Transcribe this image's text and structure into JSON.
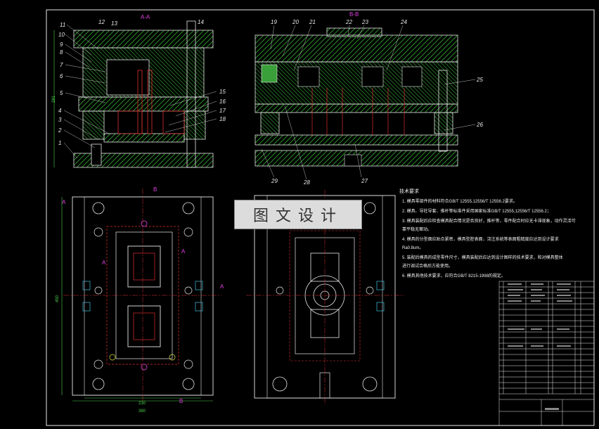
{
  "views": {
    "section_aa": "A-A",
    "section_bb": "B-B"
  },
  "part_numbers": [
    "1",
    "2",
    "3",
    "4",
    "5",
    "6",
    "7",
    "8",
    "9",
    "10",
    "11",
    "12",
    "13",
    "14",
    "15",
    "16",
    "17",
    "18",
    "19",
    "20",
    "21",
    "22",
    "23",
    "24",
    "25",
    "26",
    "27",
    "28",
    "29"
  ],
  "dimensions": {
    "height": "281",
    "width_total": "380",
    "width_inner": "230",
    "length": "450"
  },
  "markers": {
    "a": "A",
    "b": "B"
  },
  "technical_requirements": {
    "title": "技术要求",
    "items": [
      "1. 模具零部件的材料符合GB/T 12555,12556/T 12556.2要求。",
      "2. 模具、导柱导套、推杆等标准件采用国家标准GB/T 12555,12556/T 12556.2；",
      "3. 模具装配后应检查模具配合情况是否良好，推杆等，零件配合时应无卡滞现象，动作灵活可",
      "   靠平稳无窜动。",
      "4. 模具的分型面应贴合紧密，模具型腔表面，浇注系统等表面粗糙度应达到设计要求",
      "   Ra0.8um。",
      "5. 装配后模具的成型零件尺寸，模具装配后应达到设计图样的技术要求，和对模具整体",
      "   进行调试合格后方能使用。",
      "6. 模具其他技术要求，应符合GB/T 8215-1998的规定。"
    ]
  },
  "watermark": "图文设计",
  "colors": {
    "background": "#000000",
    "hatch": "#2f8f2f",
    "outline": "#e8e8e8",
    "accent": "#e040e0",
    "red": "#e03030",
    "yellow": "#e0e040",
    "cyan": "#40c0e0"
  }
}
